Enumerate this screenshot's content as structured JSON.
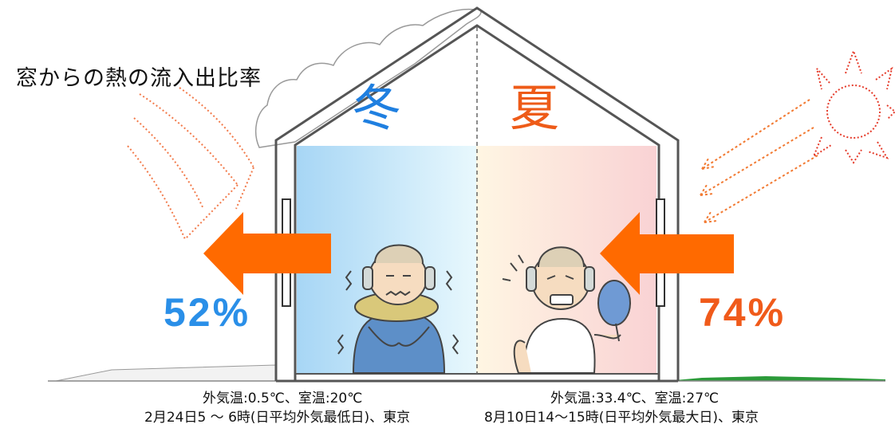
{
  "title": "窓からの熱の流入出比率",
  "winter": {
    "season": "冬",
    "percent": "52%",
    "outdoor_indoor": "外気温:0.5℃、室温:20℃",
    "date": "2月24日5 ～ 6時(日平均外気最低日)、東京",
    "color": "#2a8fe8"
  },
  "summer": {
    "season": "夏",
    "percent": "74%",
    "outdoor_indoor": "外気温:33.4℃、室温:27℃",
    "date": "8月10日14～15時(日平均外気最大日)、東京",
    "color": "#f05a1a"
  },
  "arrow_color": "#ff6a00",
  "icons": [
    "sun-icon",
    "snow-cloud-icon",
    "cold-wind-icon",
    "cold-old-man-icon",
    "hot-old-man-icon"
  ]
}
